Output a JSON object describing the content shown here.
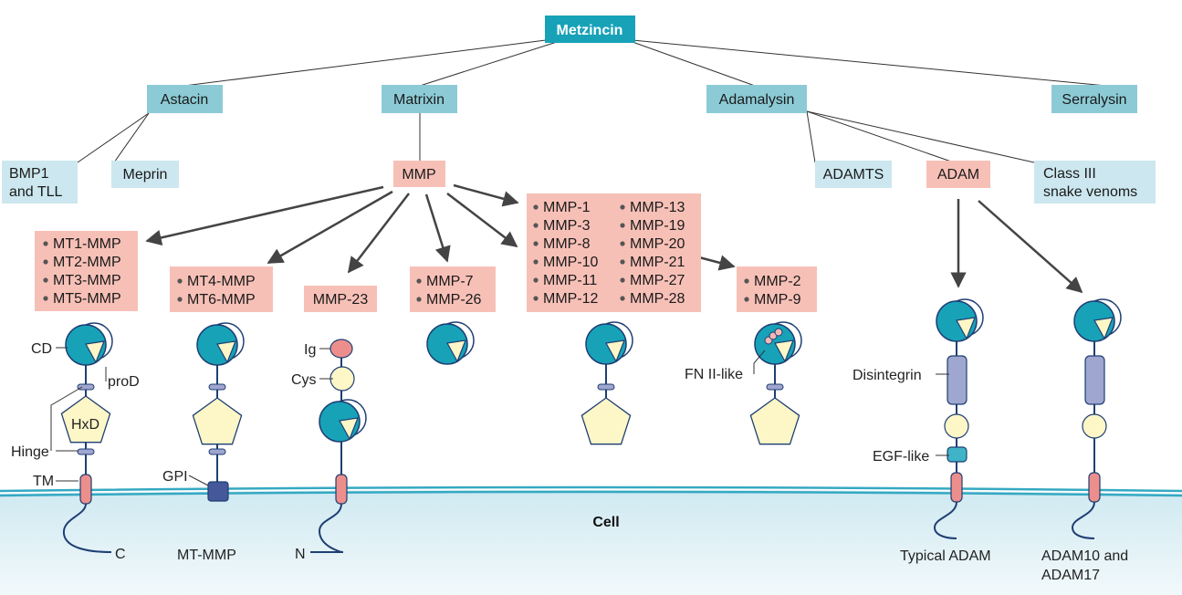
{
  "colors": {
    "root_box": "#17a2b8",
    "family_box": "#8ccbd6",
    "subfamily_light_box": "#cce7ef",
    "mmp_box": "#f7c0b7",
    "catalytic_domain": "#17a2b8",
    "hemopexin": "#fdf6c7",
    "transmembrane": "#ec8f8c",
    "disintegrin": "#9fa6cf",
    "gpi": "#44589a",
    "egf": "#3fb3c7",
    "membrane": "#35a9c3",
    "cell_interior": "#d7eef4"
  },
  "tree": {
    "root": "Metzincin",
    "astacin": "Astacin",
    "matrixin": "Matrixin",
    "adamalysin": "Adamalysin",
    "serralysin": "Serralysin",
    "bmp1_line1": "BMP1",
    "bmp1_line2": "and TLL",
    "meprin": "Meprin",
    "mmp": "MMP",
    "adamts": "ADAMTS",
    "adam": "ADAM",
    "snake_line1": "Class III",
    "snake_line2": "snake venoms"
  },
  "groups": {
    "mt_group": [
      "MT1-MMP",
      "MT2-MMP",
      "MT3-MMP",
      "MT5-MMP"
    ],
    "gpi_group": [
      "MT4-MMP",
      "MT6-MMP"
    ],
    "mmp23": "MMP-23",
    "matrilysin": [
      "MMP-7",
      "MMP-26"
    ],
    "classic_col1": [
      "MMP-1",
      "MMP-3",
      "MMP-8",
      "MMP-10",
      "MMP-11",
      "MMP-12"
    ],
    "classic_col2": [
      "MMP-13",
      "MMP-19",
      "MMP-20",
      "MMP-21",
      "MMP-27",
      "MMP-28"
    ],
    "gelatinase": [
      "MMP-2",
      "MMP-9"
    ]
  },
  "labels": {
    "cd": "CD",
    "prod": "proD",
    "hxd": "HxD",
    "hinge": "Hinge",
    "tm": "TM",
    "c_term": "C",
    "gpi": "GPI",
    "mt_mmp": "MT-MMP",
    "ig": "Ig",
    "cys": "Cys",
    "n_term": "N",
    "fn": "FN II-like",
    "disintegrin": "Disintegrin",
    "egf": "EGF-like",
    "cell": "Cell",
    "typical_adam": "Typical ADAM",
    "adam10_line1": "ADAM10 and",
    "adam10_line2": "ADAM17"
  }
}
